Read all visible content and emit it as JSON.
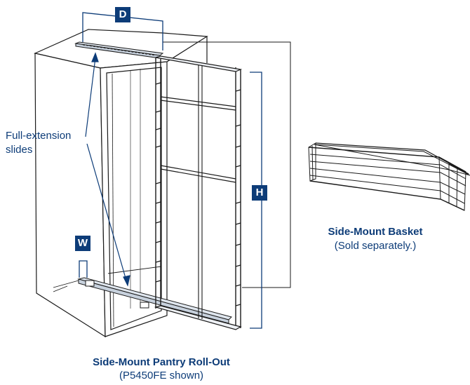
{
  "dimension_tags": {
    "depth": "D",
    "height": "H",
    "width": "W"
  },
  "callouts": {
    "slides_line1": "Full-extension",
    "slides_line2": "slides"
  },
  "basket": {
    "title": "Side-Mount Basket",
    "subtitle": "(Sold separately.)"
  },
  "product": {
    "title": "Side-Mount Pantry Roll-Out",
    "subtitle": "(P5450FE shown)"
  },
  "colors": {
    "accent": "#0d3c78",
    "line": "#1a1a1a"
  }
}
